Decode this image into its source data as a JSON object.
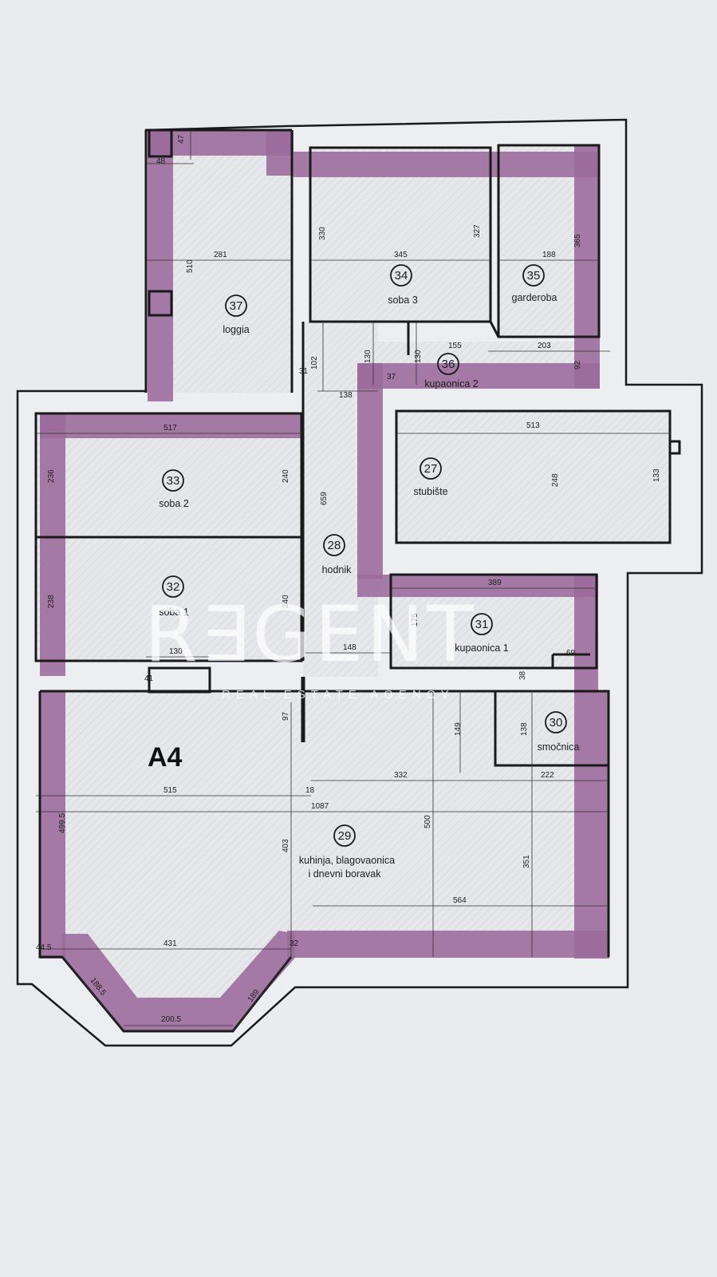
{
  "plan": {
    "unit_label": "A4",
    "accent_color": "#9b6a9b",
    "floor_color": "#e4e5e8",
    "wall_color": "#1a1a1a"
  },
  "watermark": {
    "brand": "R∃GENT",
    "tagline": "REAL ESTATE AGENCY"
  },
  "rooms": [
    {
      "num": "37",
      "name": "loggia"
    },
    {
      "num": "34",
      "name": "soba 3"
    },
    {
      "num": "35",
      "name": "garderoba"
    },
    {
      "num": "36",
      "name": "kupaonica 2"
    },
    {
      "num": "33",
      "name": "soba 2"
    },
    {
      "num": "27",
      "name": "stubište"
    },
    {
      "num": "28",
      "name": "hodnik"
    },
    {
      "num": "32",
      "name": "soba 1"
    },
    {
      "num": "31",
      "name": "kupaonica 1"
    },
    {
      "num": "30",
      "name": "smočnica"
    },
    {
      "num": "29",
      "name": "kuhinja, blagovaonica",
      "name2": "i dnevni boravak"
    }
  ],
  "dimensions": [
    "47",
    "48",
    "281",
    "510",
    "345",
    "330",
    "327",
    "188",
    "365",
    "155",
    "203",
    "92",
    "31",
    "102",
    "130",
    "130",
    "37",
    "138",
    "517",
    "236",
    "240",
    "513",
    "248",
    "133",
    "659",
    "238",
    "240",
    "389",
    "175",
    "148",
    "130",
    "41",
    "69",
    "38",
    "97",
    "149",
    "138",
    "332",
    "222",
    "515",
    "18",
    "1087",
    "499.5",
    "403",
    "500",
    "351",
    "564",
    "44.5",
    "431",
    "32",
    "188.5",
    "200.5",
    "189"
  ]
}
